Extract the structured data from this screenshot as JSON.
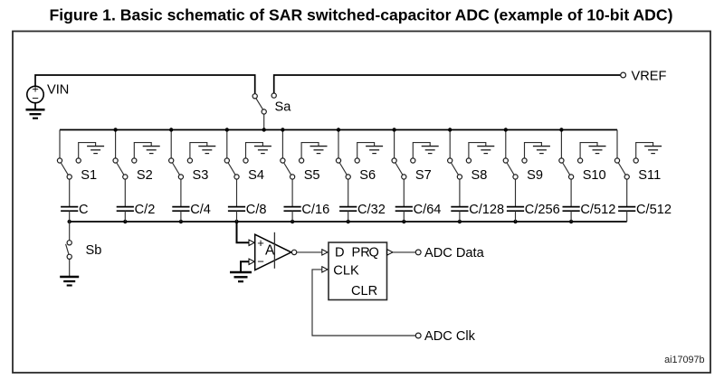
{
  "figure": {
    "title": "Figure 1. Basic schematic of SAR switched-capacitor ADC (example of 10-bit ADC)",
    "watermark": "ai17097b"
  },
  "diagram": {
    "source": {
      "label": "VIN",
      "plus": "+",
      "minus": "−"
    },
    "sample_switch": {
      "label": "Sa"
    },
    "reset_switch": {
      "label": "Sb"
    },
    "vref_terminal": {
      "label": "VREF"
    },
    "comparator": {
      "label": "A",
      "plus": "+",
      "minus": "−"
    },
    "flipflop": {
      "d": "D",
      "pr": "PR",
      "q": "Q",
      "clk": "CLK",
      "clr": "CLR"
    },
    "outputs": {
      "data": "ADC Data",
      "clock": "ADC Clk"
    },
    "cells": [
      {
        "switch": "S1",
        "cap": "C"
      },
      {
        "switch": "S2",
        "cap": "C/2"
      },
      {
        "switch": "S3",
        "cap": "C/4"
      },
      {
        "switch": "S4",
        "cap": "C/8"
      },
      {
        "switch": "S5",
        "cap": "C/16"
      },
      {
        "switch": "S6",
        "cap": "C/32"
      },
      {
        "switch": "S7",
        "cap": "C/64"
      },
      {
        "switch": "S8",
        "cap": "C/128"
      },
      {
        "switch": "S9",
        "cap": "C/256"
      },
      {
        "switch": "S10",
        "cap": "C/512"
      },
      {
        "switch": "S11",
        "cap": "C/512"
      }
    ]
  }
}
